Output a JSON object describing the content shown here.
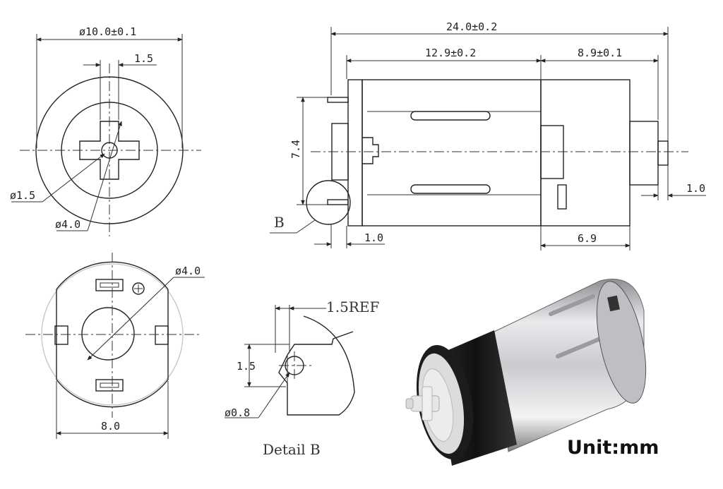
{
  "front_view": {
    "outer_diameter": "ø10.0±0.1",
    "width_label": "1.5",
    "hole_diameter": "ø1.5",
    "boss_diameter": "ø4.0"
  },
  "side_view": {
    "total_length": "24.0±0.2",
    "motor_length": "12.9±0.2",
    "gearbox_length": "8.9±0.1",
    "terminal_spacing": "7.4",
    "detail_marker": "B",
    "terminal_offset": "1.0",
    "shaft_extension": "1.0",
    "rear_length": "6.9"
  },
  "rear_view": {
    "boss_diameter": "ø4.0",
    "width": "8.0"
  },
  "detail_b": {
    "ref_label": "1.5REF",
    "height_label": "1.5",
    "hole_diameter": "ø0.8",
    "caption": "Detail B"
  },
  "unit_label": "Unit:mm"
}
